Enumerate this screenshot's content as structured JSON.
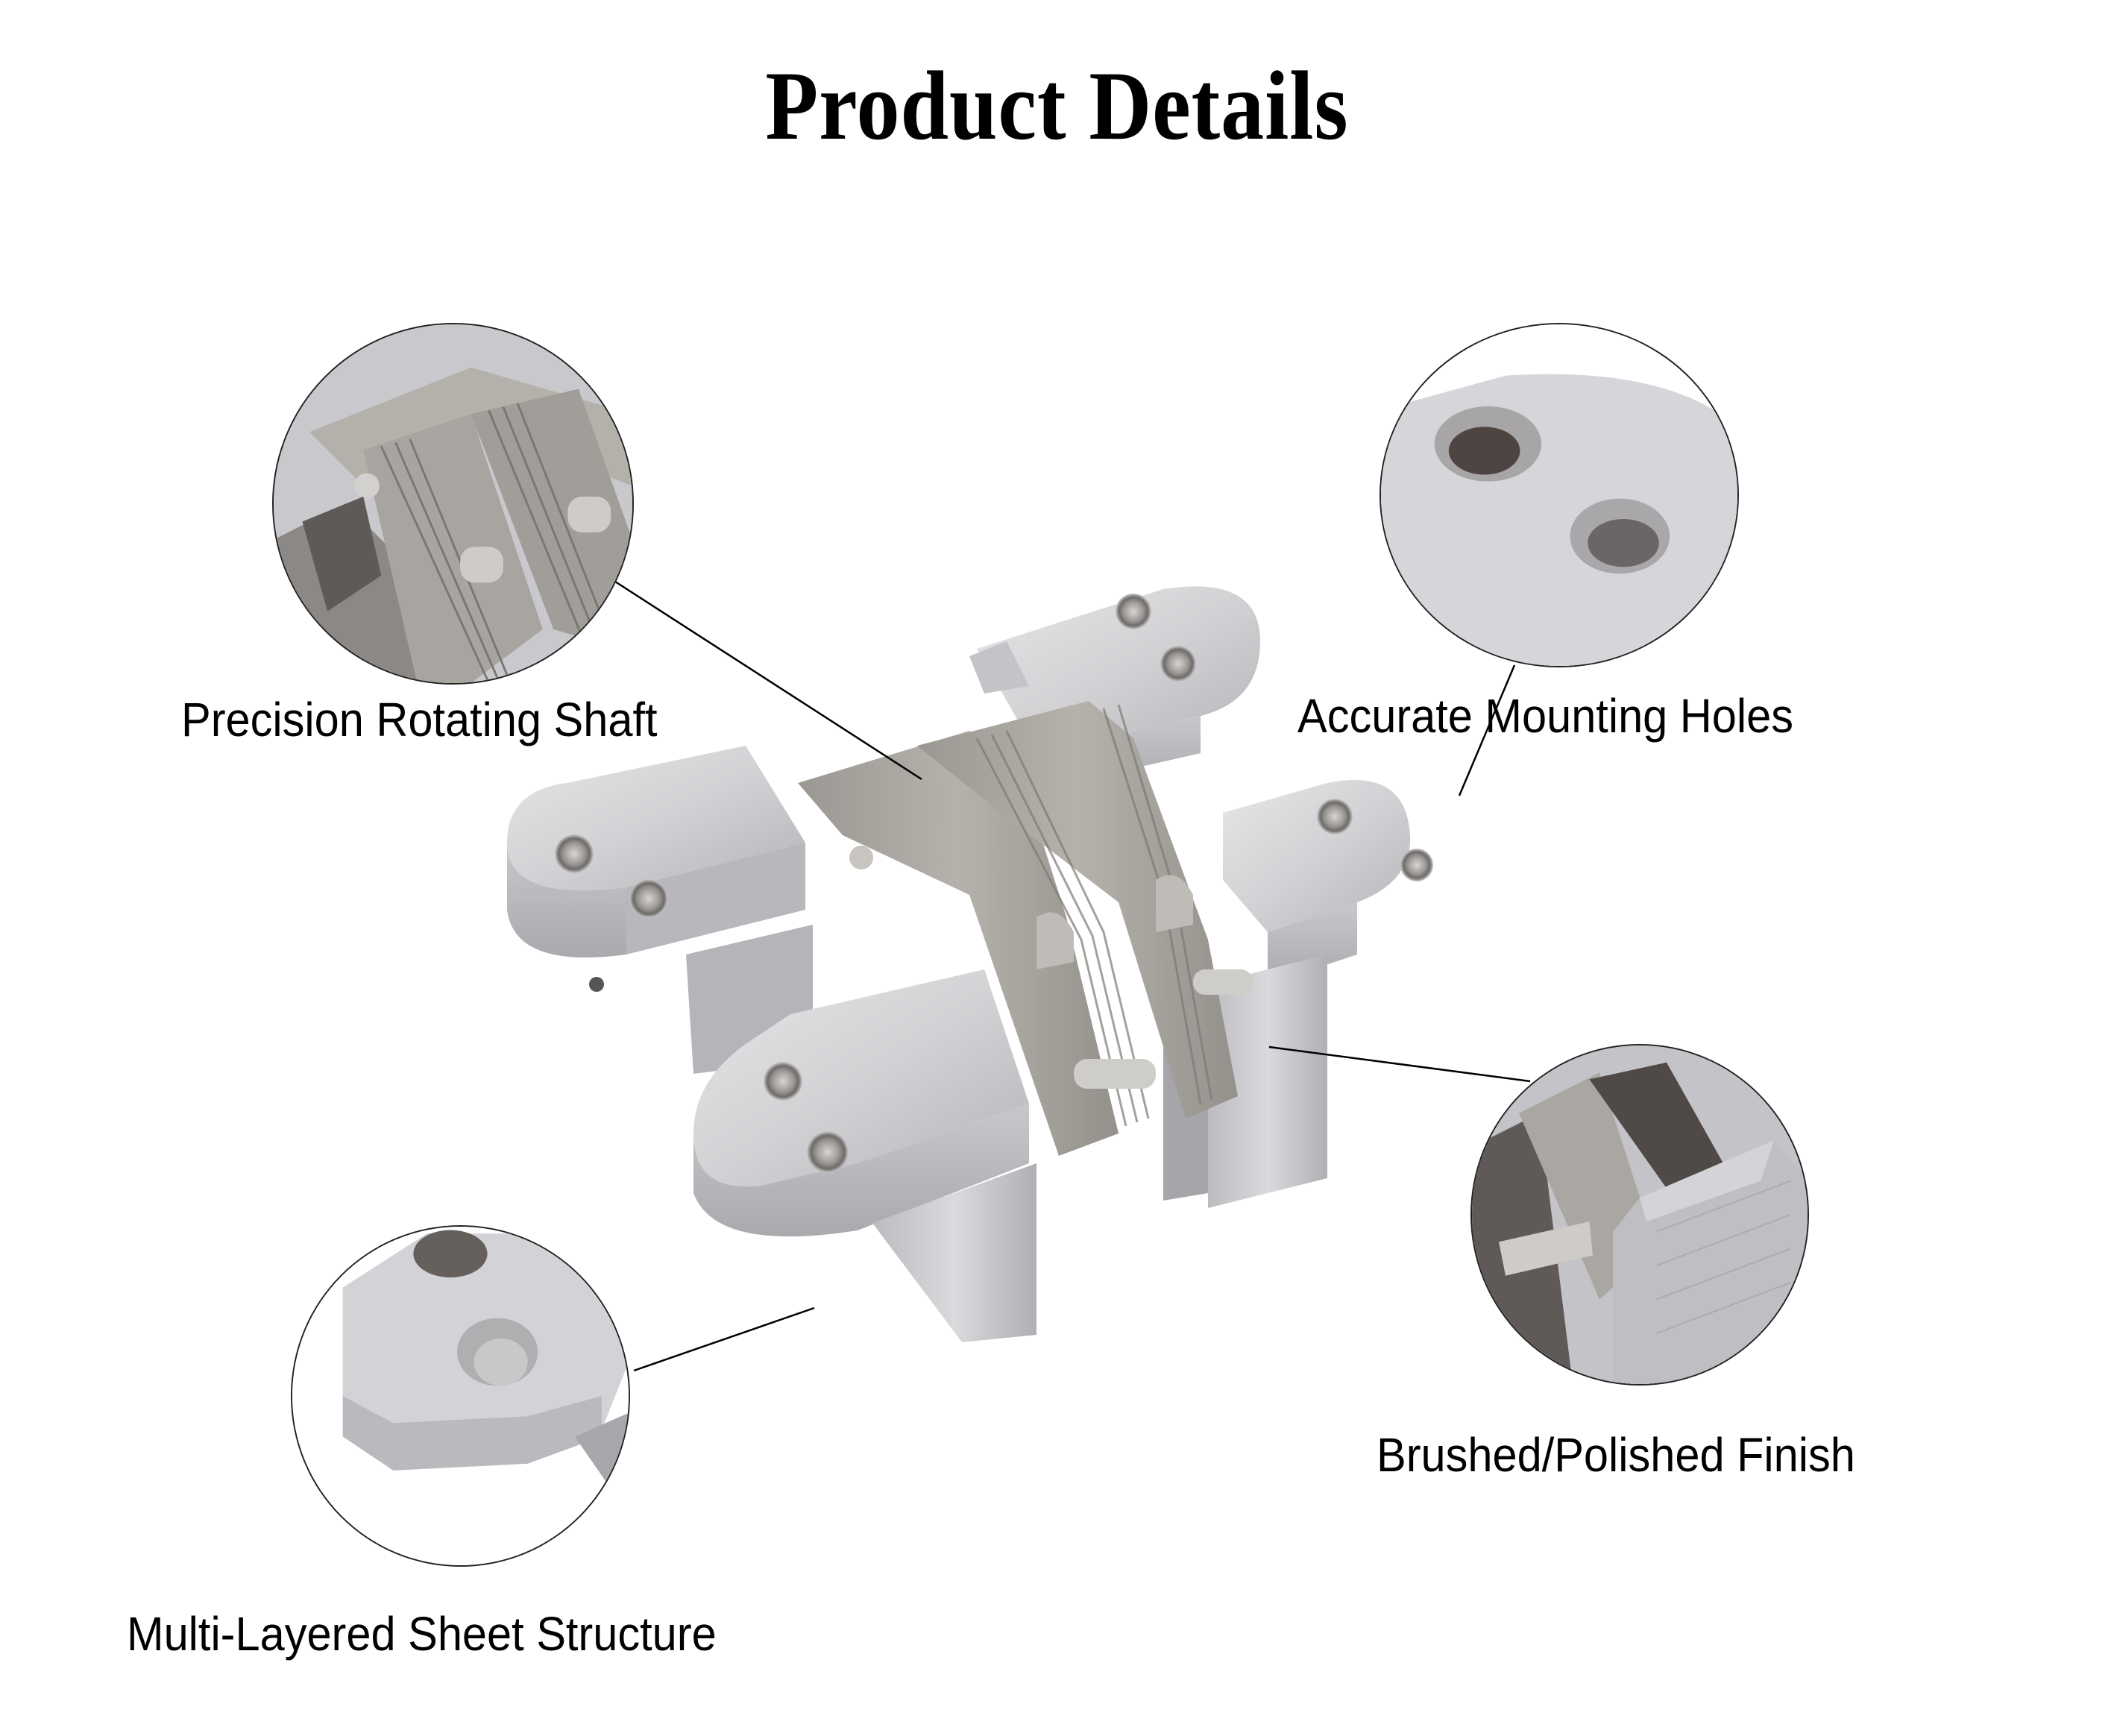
{
  "title": "Product Details",
  "callouts": [
    {
      "id": "shaft",
      "label": "Precision Rotating Shaft",
      "icon": "rotating-shaft-detail"
    },
    {
      "id": "holes",
      "label": "Accurate Mounting Holes",
      "icon": "mounting-holes-detail"
    },
    {
      "id": "finish",
      "label": "Brushed/Polished Finish",
      "icon": "brushed-finish-detail"
    },
    {
      "id": "sheets",
      "label": "Multi-Layered Sheet Structure",
      "icon": "layered-sheet-detail"
    }
  ],
  "product": {
    "type": "concealed cross hinge",
    "icon": "hinge-image"
  },
  "colors": {
    "background": "#ffffff",
    "text": "#000000",
    "metal_light": "#dcdcde",
    "metal_mid": "#b9b9bd",
    "metal_dark": "#8c8a88",
    "leaf_tone": "#a8a49f"
  }
}
